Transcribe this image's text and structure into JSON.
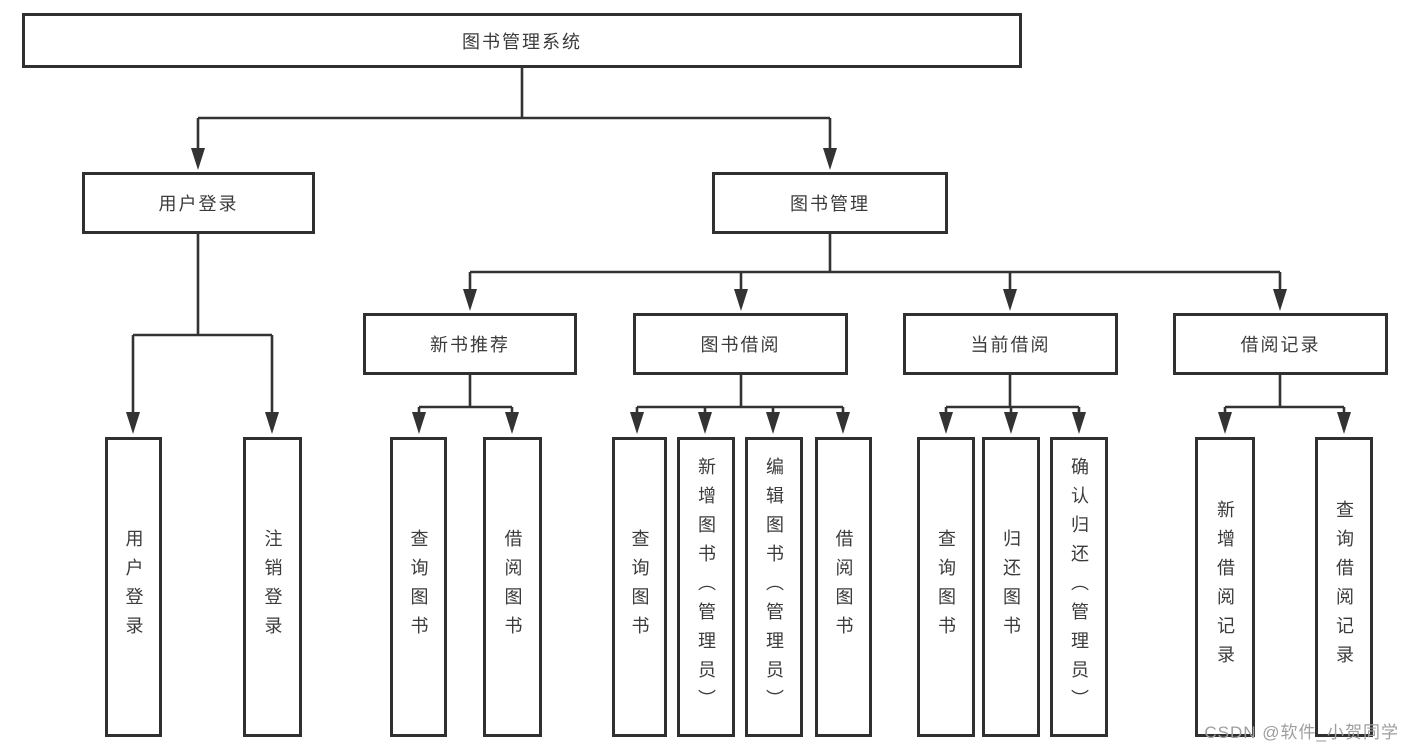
{
  "diagram": {
    "root": {
      "label": "图书管理系统"
    },
    "branches": [
      {
        "label": "用户登录",
        "children": [
          {
            "label": "用户登录"
          },
          {
            "label": "注销登录"
          }
        ]
      },
      {
        "label": "图书管理",
        "children": [
          {
            "label": "新书推荐",
            "children": [
              {
                "label": "查询图书"
              },
              {
                "label": "借阅图书"
              }
            ]
          },
          {
            "label": "图书借阅",
            "children": [
              {
                "label": "查询图书"
              },
              {
                "label": "新增图书（管理员）"
              },
              {
                "label": "编辑图书（管理员）"
              },
              {
                "label": "借阅图书"
              }
            ]
          },
          {
            "label": "当前借阅",
            "children": [
              {
                "label": "查询图书"
              },
              {
                "label": "归还图书"
              },
              {
                "label": "确认归还（管理员）"
              }
            ]
          },
          {
            "label": "借阅记录",
            "children": [
              {
                "label": "新增借阅记录"
              },
              {
                "label": "查询借阅记录"
              }
            ]
          }
        ]
      }
    ]
  },
  "watermark": {
    "text": "CSDN @软件_小贺同学"
  },
  "colors": {
    "line": "#333333",
    "box_border": "#303030",
    "text": "#3b3b3b",
    "watermark": "#9e9e9e",
    "background": "#ffffff"
  }
}
